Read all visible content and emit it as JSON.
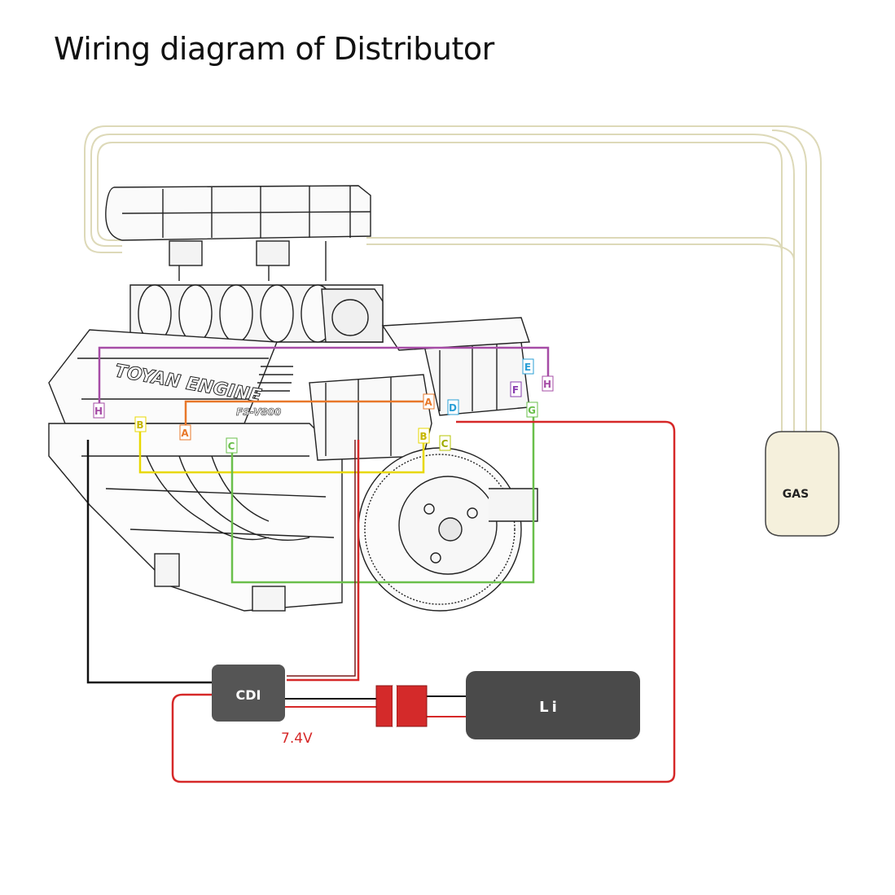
{
  "title": "Wiring diagram of Distributor",
  "engine": {
    "brand_text": "TOYAN ENGINE",
    "model_text": "FS-V800"
  },
  "components": {
    "cdi_label": "CDI",
    "battery_label": "Li",
    "tank_label": "GAS",
    "voltage_label": "7.4V"
  },
  "terminals": {
    "spark_plugs": [
      "H",
      "B",
      "A",
      "C"
    ],
    "distributor": [
      "E",
      "H",
      "F",
      "A",
      "D",
      "G",
      "B",
      "C"
    ]
  },
  "colors": {
    "purple_wire": "#a64ca6",
    "orange_wire": "#e8782a",
    "yellow_wire": "#e8d800",
    "green_wire": "#6abf4b",
    "blue_label": "#2a9fd6",
    "red_wire": "#d62828",
    "black_wire": "#111111",
    "fuel_line": "#e6e2c6",
    "tank_fill": "#f5f0dc",
    "cdi_box": "#555555",
    "battery_box": "#4a4a4a",
    "connector": "#d42a2a"
  }
}
